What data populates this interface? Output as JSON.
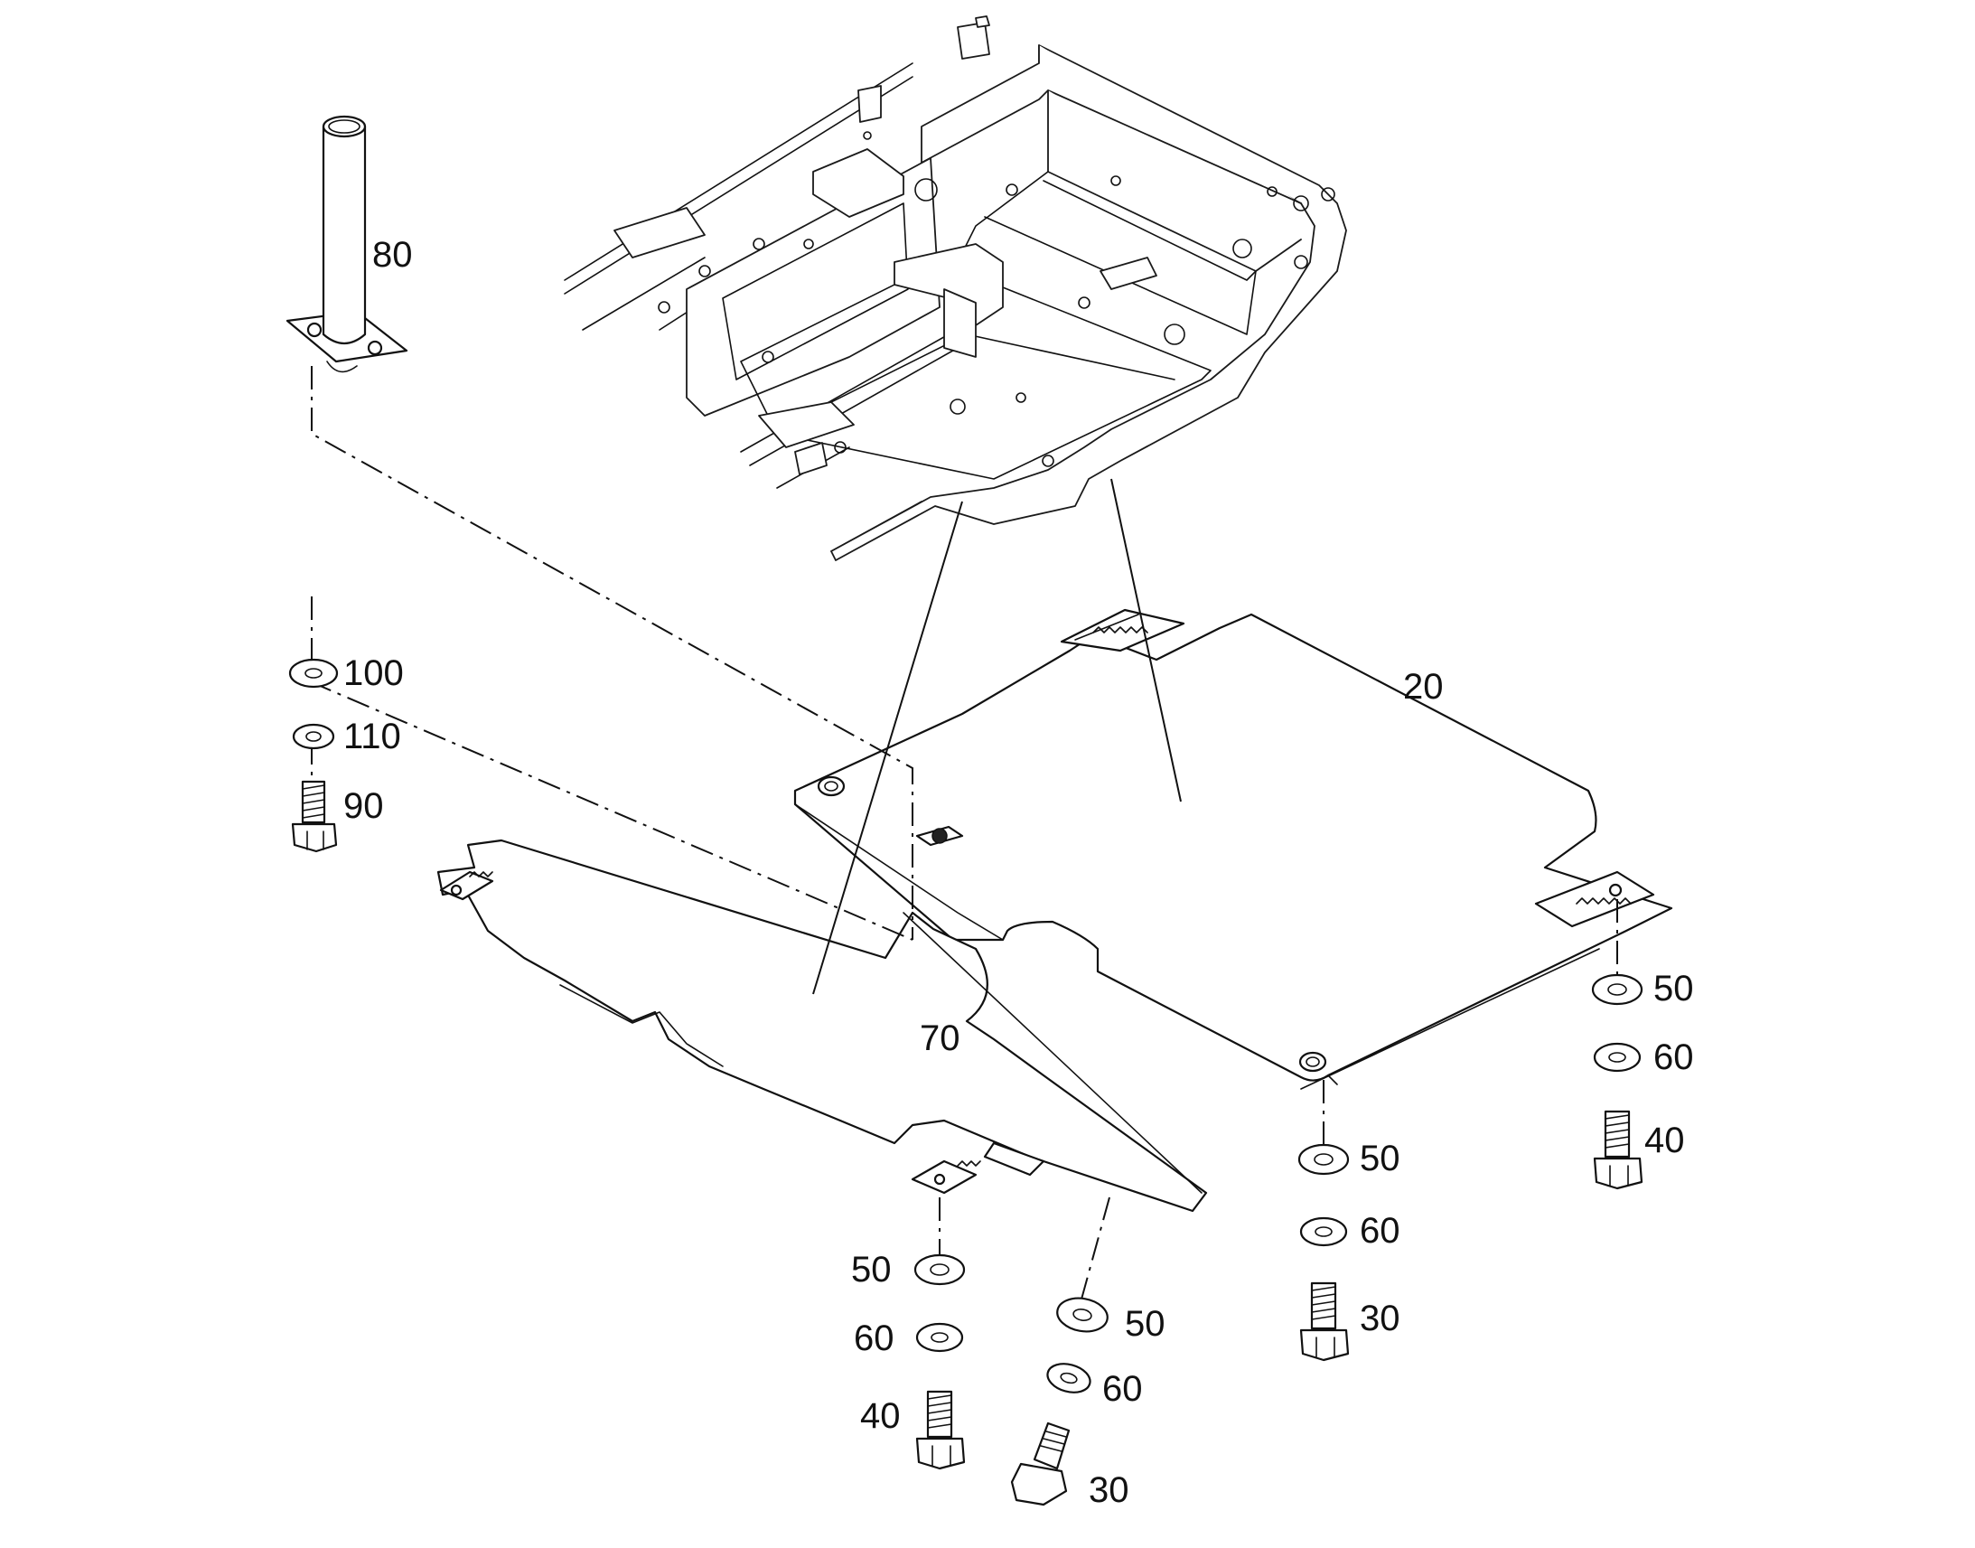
{
  "diagram": {
    "callouts": {
      "c20": "20",
      "c30a": "30",
      "c30b": "30",
      "c40a": "40",
      "c40b": "40",
      "c50a": "50",
      "c50b": "50",
      "c50c": "50",
      "c50d": "50",
      "c60a": "60",
      "c60b": "60",
      "c60c": "60",
      "c60d": "60",
      "c70": "70",
      "c80": "80",
      "c90": "90",
      "c100": "100",
      "c110": "110"
    }
  }
}
